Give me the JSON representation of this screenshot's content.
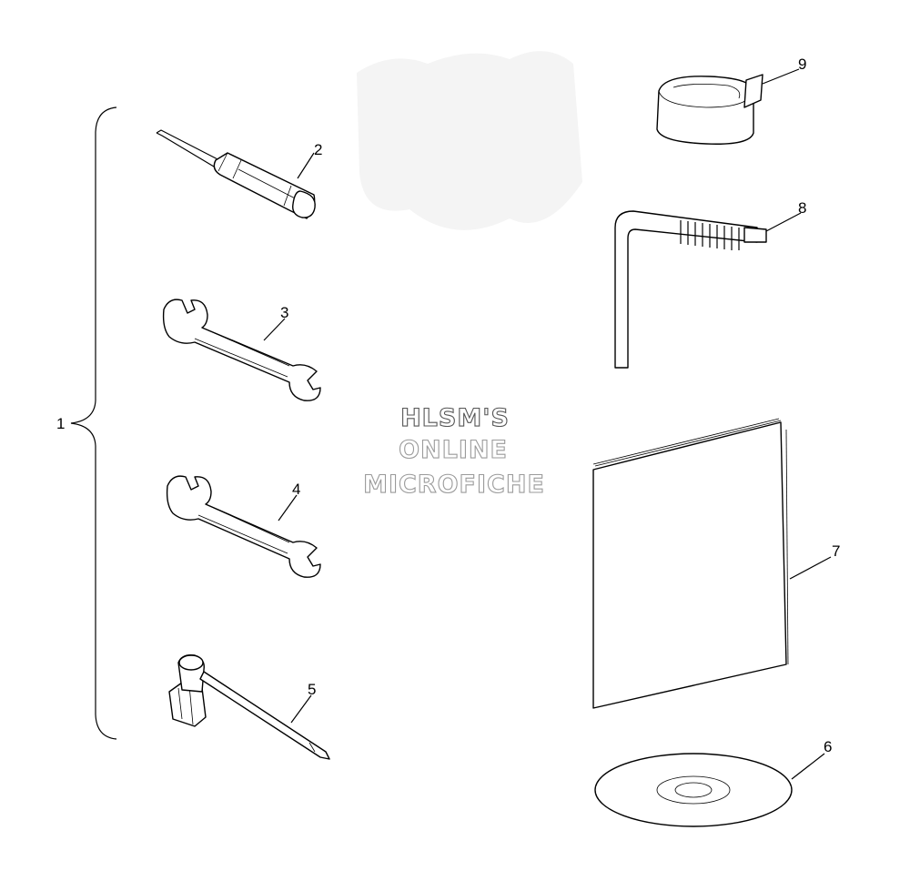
{
  "watermark": {
    "line1": "HLSM'S",
    "line2": "ONLINE",
    "line3": "MICROFICHE"
  },
  "callouts": {
    "c1": "1",
    "c2": "2",
    "c3": "3",
    "c4": "4",
    "c5": "5",
    "c6": "6",
    "c7": "7",
    "c8": "8",
    "c9": "9"
  }
}
